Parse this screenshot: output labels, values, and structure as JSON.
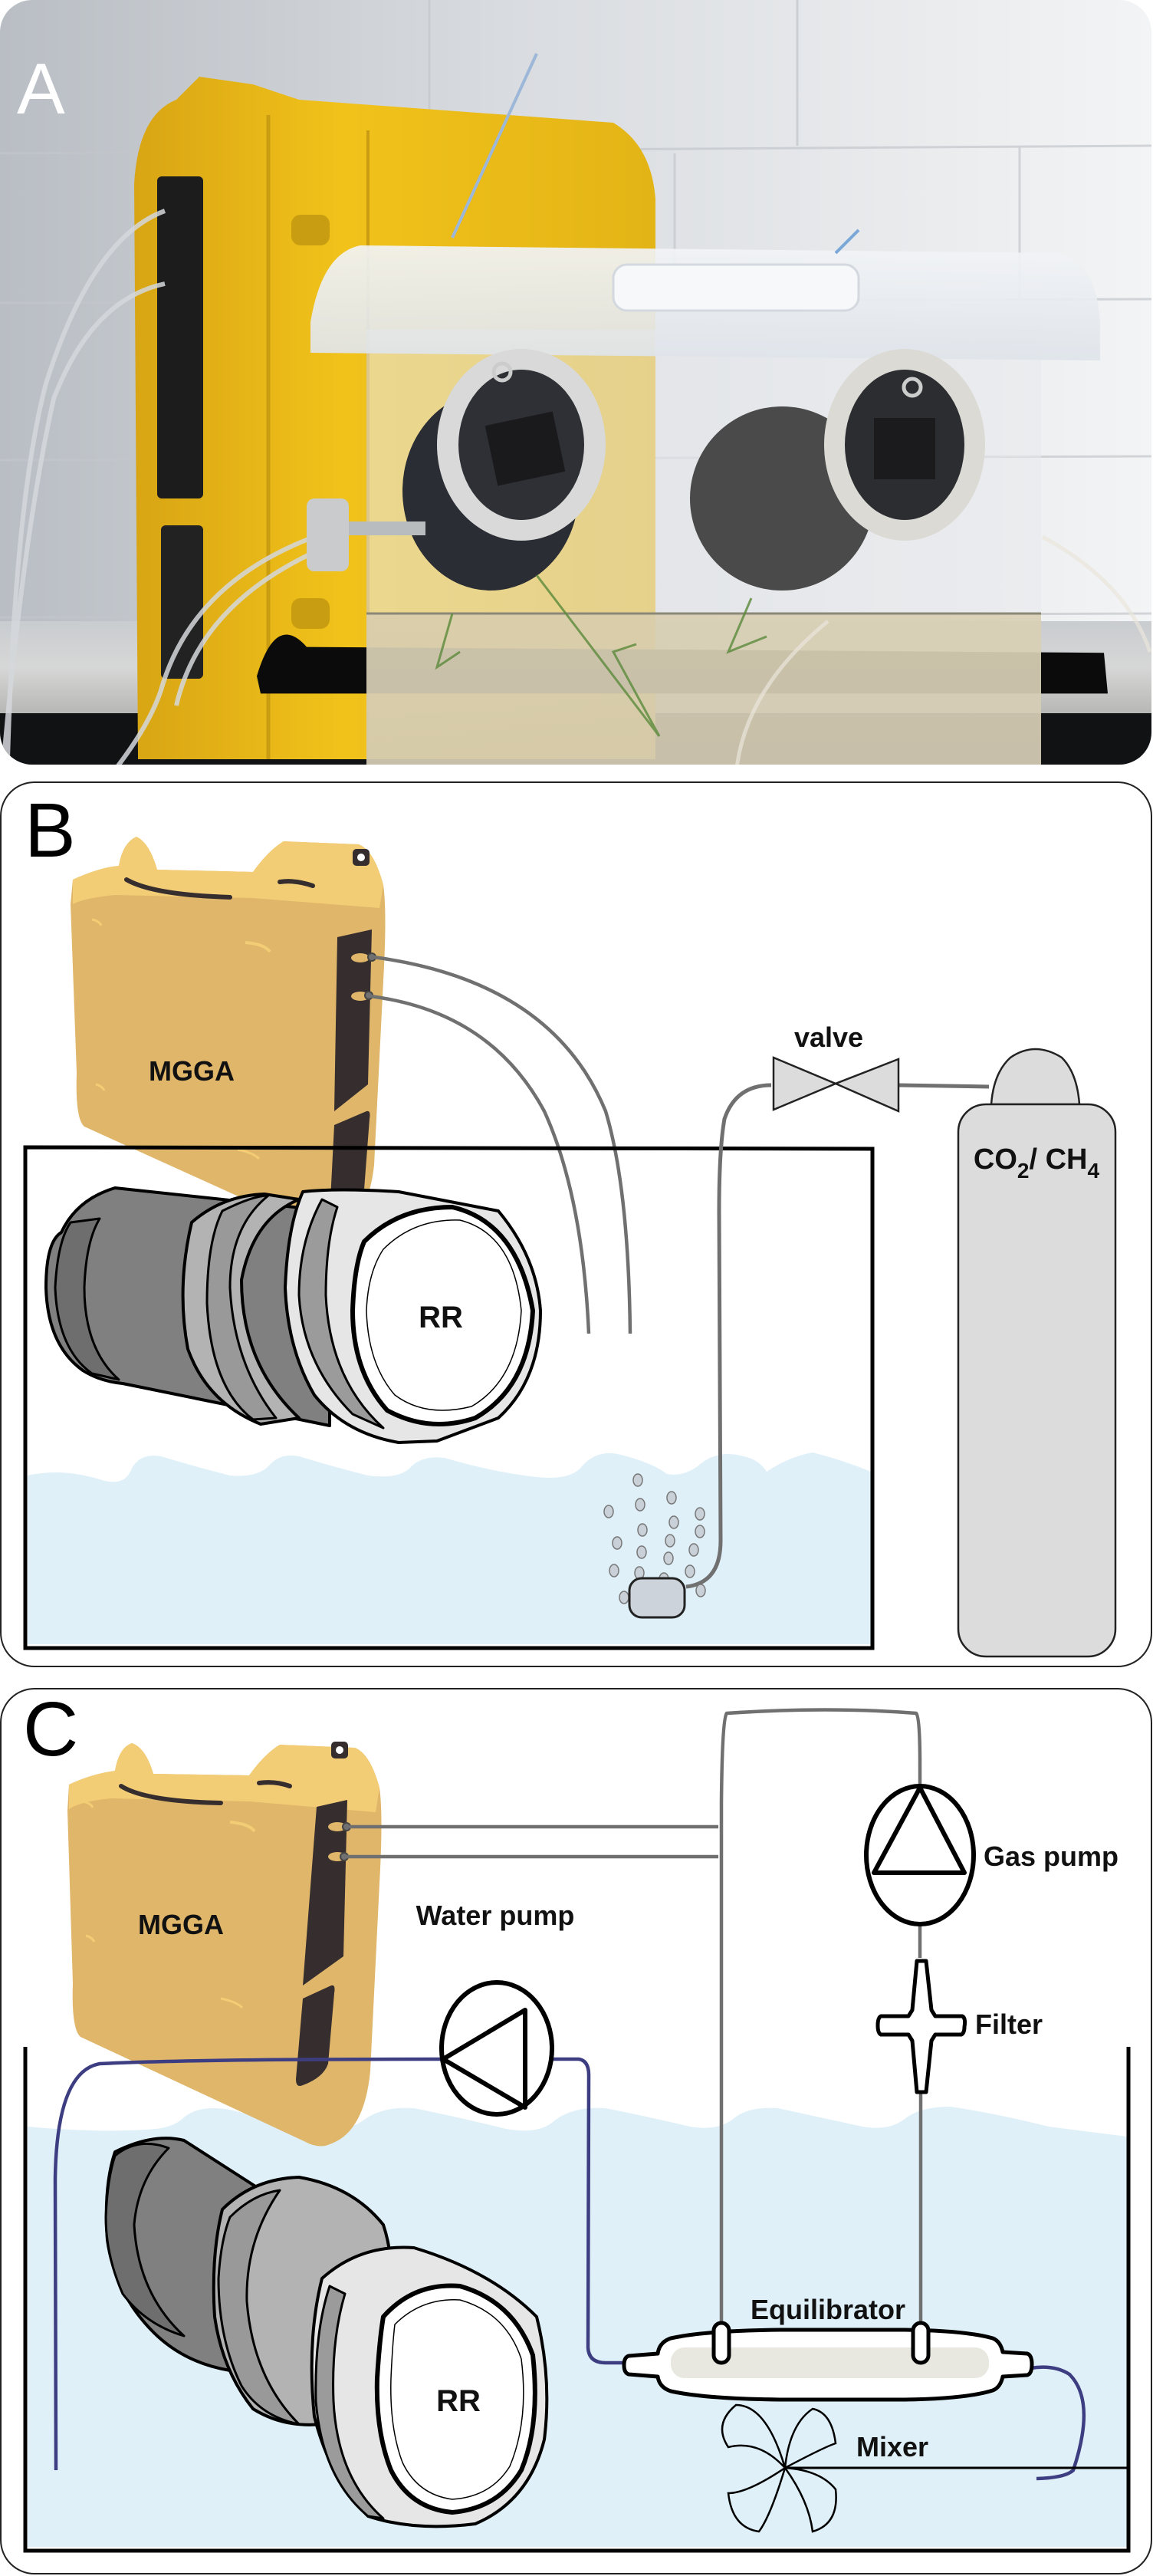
{
  "figure": {
    "panels": [
      {
        "letter": "A",
        "type": "photograph",
        "description": "Photo of yellow gas analyzer case connected by tubing to clear plastic tank containing two submerged sensors"
      },
      {
        "letter": "B",
        "type": "schematic"
      },
      {
        "letter": "C",
        "type": "schematic"
      }
    ]
  },
  "panelA": {
    "letter": "A"
  },
  "panelB": {
    "letter": "B",
    "analyzer_label": "MGGA",
    "sensor_label": "RR",
    "valve_label": "valve",
    "gas_cylinder": {
      "part1": "CO",
      "sub1": "2",
      "sep": "/ ",
      "part2": "CH",
      "sub2": "4"
    }
  },
  "panelC": {
    "letter": "C",
    "analyzer_label": "MGGA",
    "sensor_label": "RR",
    "water_pump_label": "Water pump",
    "gas_pump_label": "Gas pump",
    "filter_label": "Filter",
    "equilibrator_label": "Equilibrator",
    "mixer_label": "Mixer"
  },
  "colors": {
    "analyzer_body": "#e0b66a",
    "analyzer_highlight": "#f3cd75",
    "analyzer_panel": "#352d2e",
    "water": "#dff0f9",
    "gas_tube": "#707070",
    "water_tube": "#3d3d82",
    "cylinder": "#dcdcdc",
    "sensor_dark": "#6e6e6e",
    "sensor_mid": "#808080",
    "sensor_light": "#b3b3b3",
    "sensor_pale": "#e6e6e6"
  }
}
